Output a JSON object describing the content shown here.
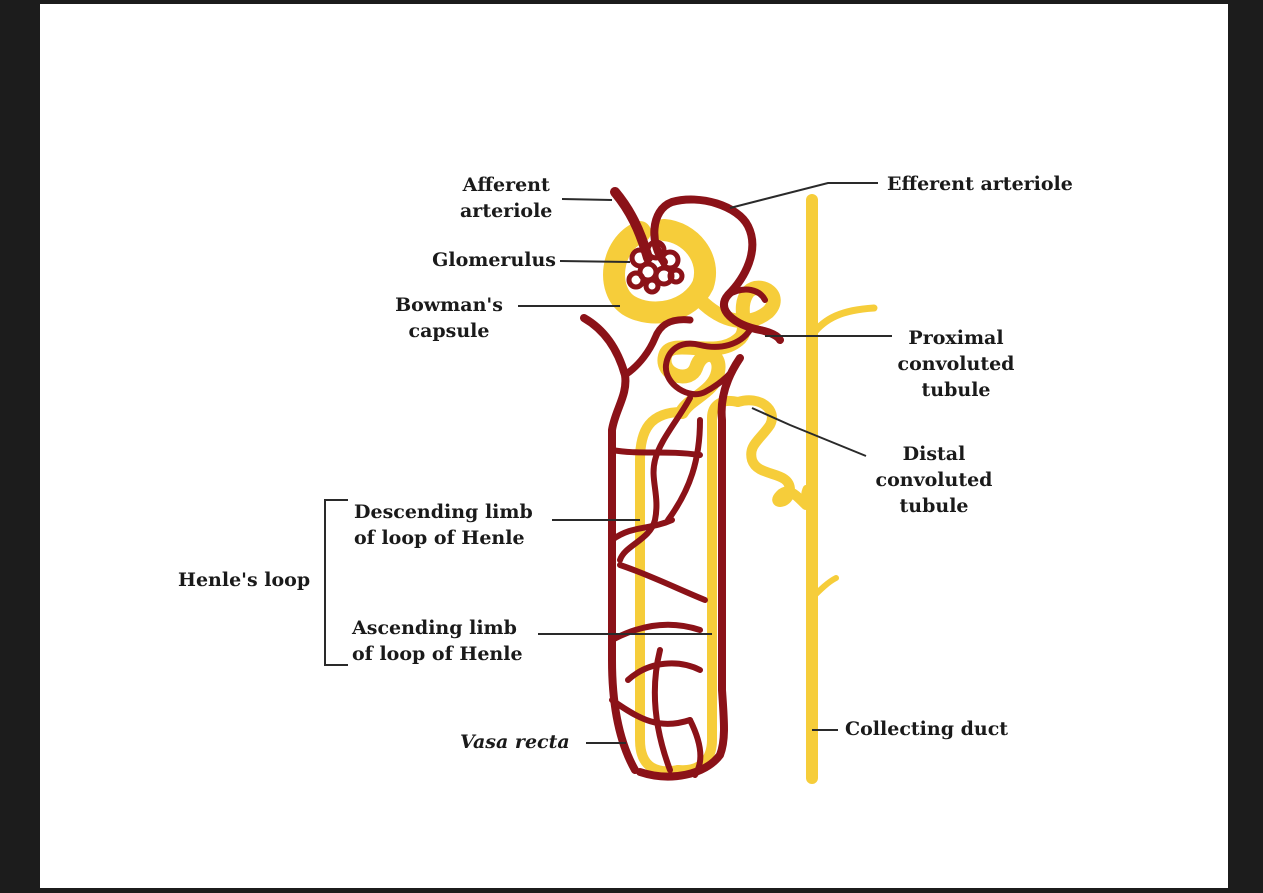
{
  "labels": {
    "afferent_arteriole": [
      "Afferent",
      "arteriole"
    ],
    "efferent_arteriole": "Efferent arteriole",
    "glomerulus": "Glomerulus",
    "bowmans_capsule": [
      "Bowman's",
      "capsule"
    ],
    "proximal_convoluted_tubule": [
      "Proximal",
      "convoluted",
      "tubule"
    ],
    "distal_convoluted_tubule": [
      "Distal",
      "convoluted",
      "tubule"
    ],
    "descending_limb": [
      "Descending limb",
      "of loop of Henle"
    ],
    "henles_loop": "Henle's loop",
    "ascending_limb": [
      "Ascending limb",
      "of loop of Henle"
    ],
    "vasa_recta": "Vasa recta",
    "collecting_duct": "Collecting duct"
  },
  "colors": {
    "tubule": "#f6cd3a",
    "vessel": "#8b1218",
    "text": "#1a1a1a",
    "leader": "#2a2a2a"
  }
}
